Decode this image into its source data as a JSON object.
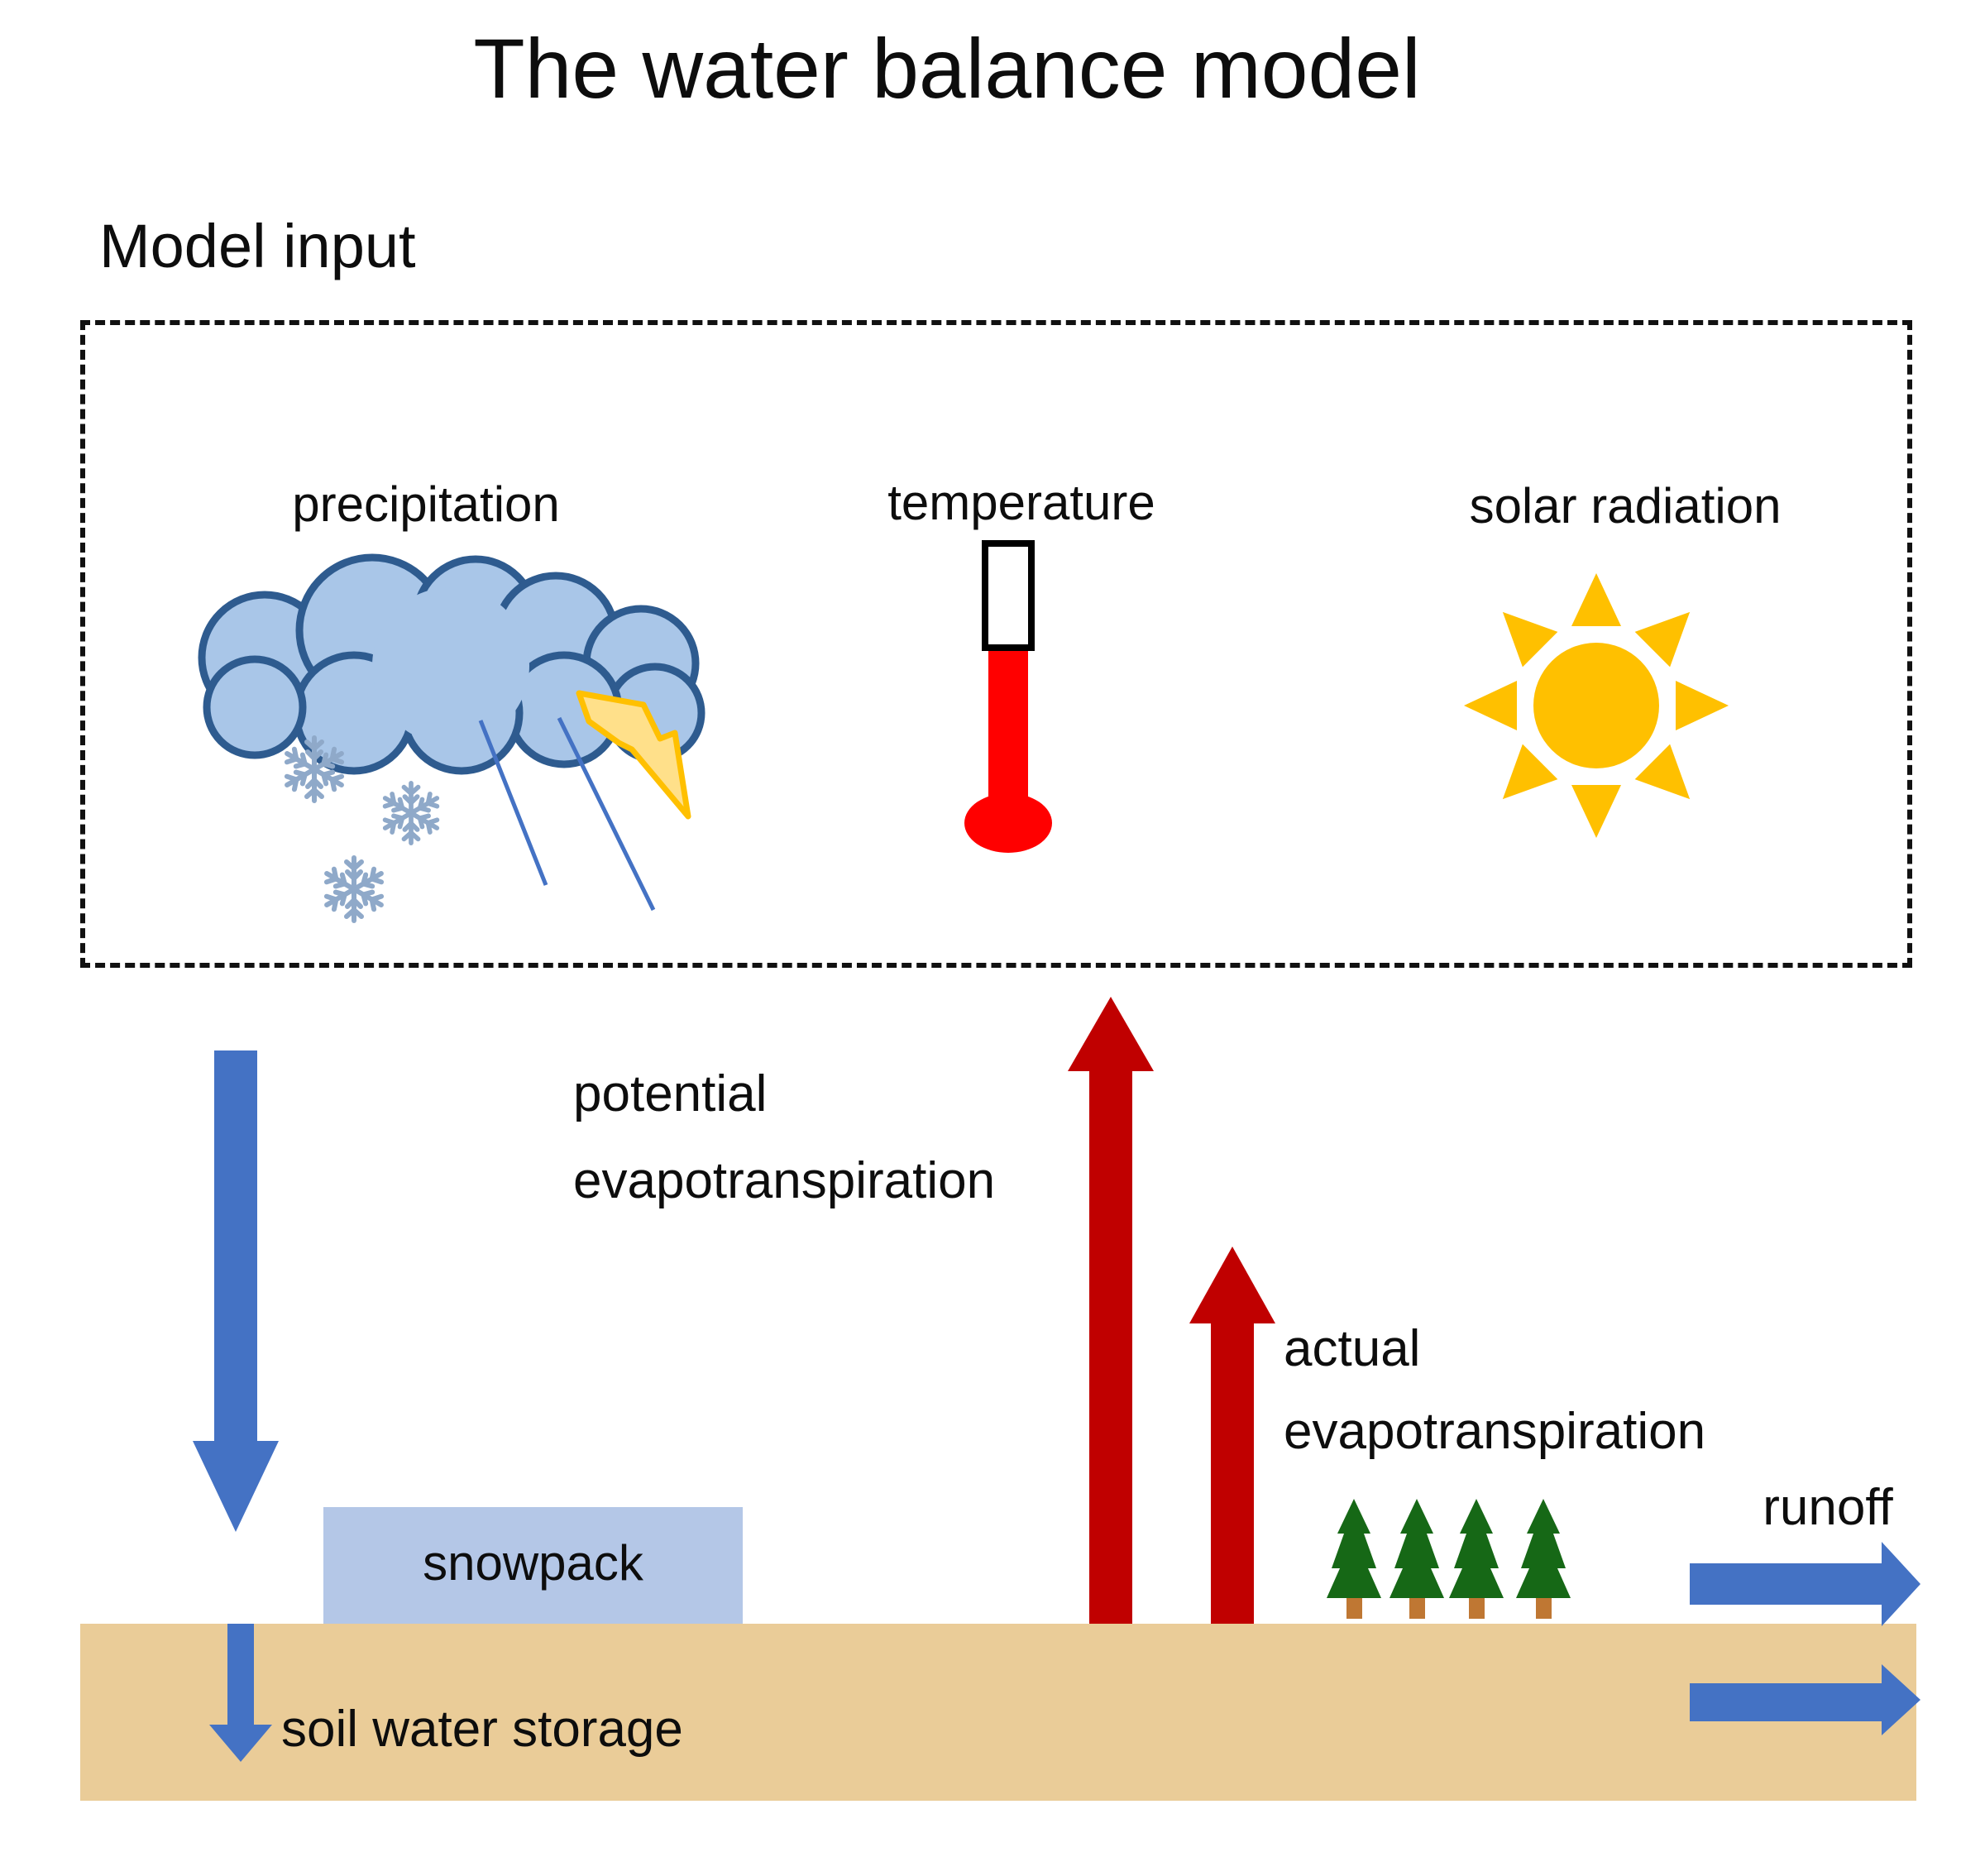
{
  "title": "The water balance model",
  "model_input_label": "Model input",
  "inputs": {
    "precipitation": "precipitation",
    "temperature": "temperature",
    "solar_radiation": "solar radiation"
  },
  "flows": {
    "potential_et_line1": "potential",
    "potential_et_line2": "evapotranspiration",
    "actual_et_line1": "actual",
    "actual_et_line2": "evapotranspiration",
    "runoff": "runoff"
  },
  "stores": {
    "snowpack": "snowpack",
    "soil_water_storage": "soil water storage"
  },
  "colors": {
    "arrow_blue": "#4472C4",
    "rain_blue": "#4472C4",
    "dark_red": "#C00000",
    "thermometer_red": "#FF0000",
    "thermometer_outline": "#000000",
    "cloud_fill": "#A9C6E8",
    "cloud_stroke": "#2E5B8F",
    "snowflake": "#8FA9C9",
    "lightning_fill": "#FFE08A",
    "lightning_stroke": "#FFC000",
    "sun": "#FFC000",
    "snowpack": "#B4C7E7",
    "soil": "#EACC98",
    "tree_green": "#166816",
    "tree_trunk": "#BF7733"
  }
}
